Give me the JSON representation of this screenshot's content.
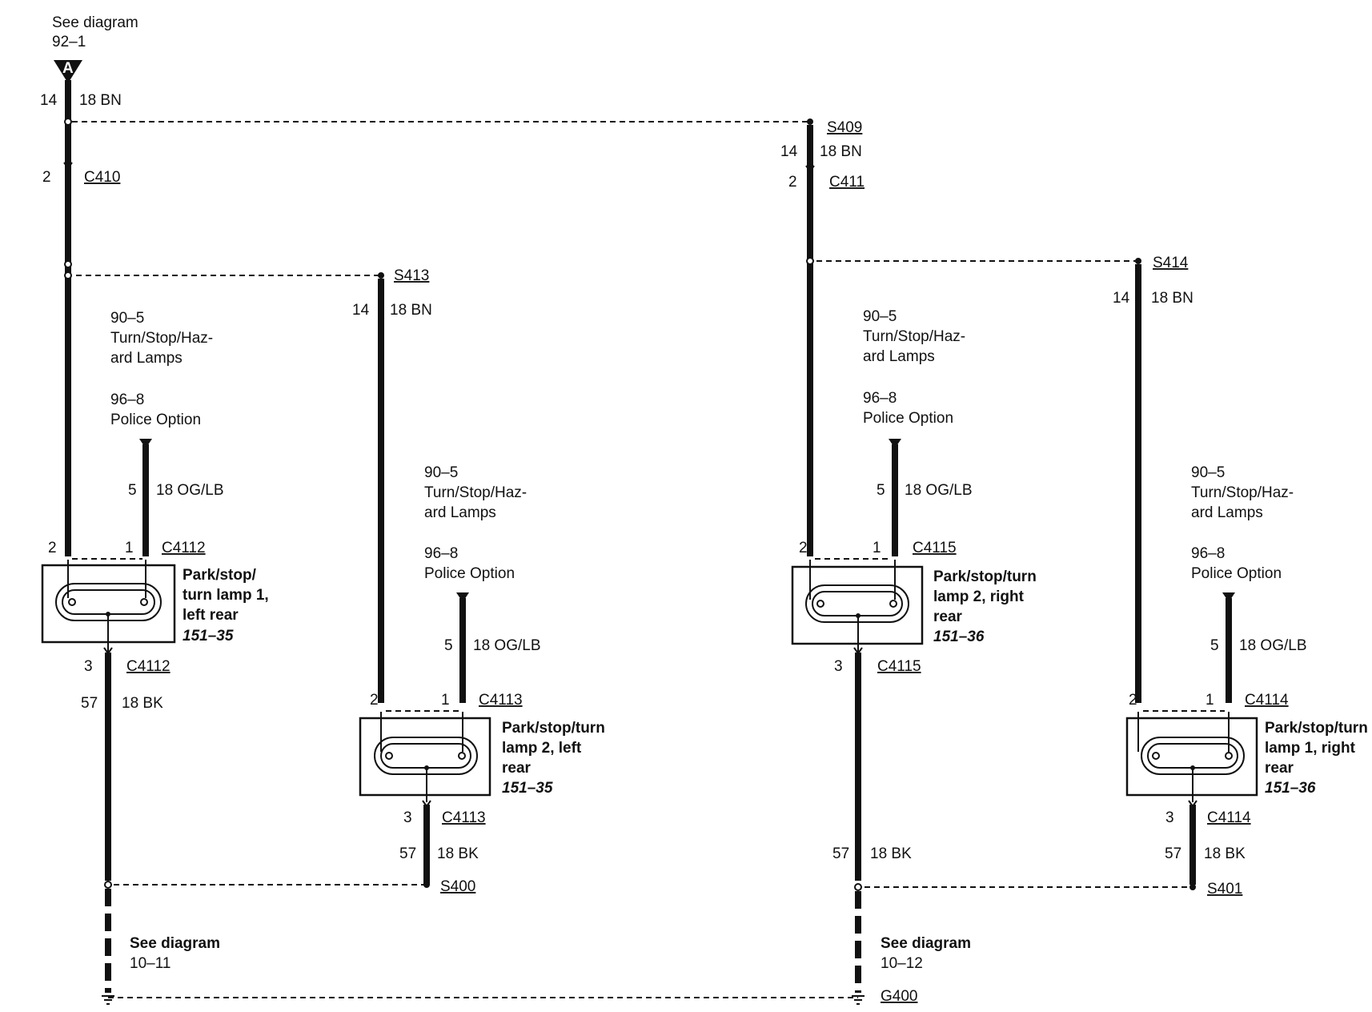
{
  "top_ref": {
    "title": "See diagram",
    "page": "92–1",
    "connector_letter": "A"
  },
  "top_wire": {
    "circuit": "14",
    "gauge_color": "18 BN"
  },
  "splices": {
    "s409": "S409",
    "s413": "S413",
    "s414": "S414",
    "s400": "S400",
    "s401": "S401"
  },
  "connectors": {
    "c410": "C410",
    "c411": "C411",
    "pin2": "2"
  },
  "wire_feed": {
    "circuit": "14",
    "gauge_color": "18 BN"
  },
  "ref_turn": {
    "page": "90–5",
    "line1": "Turn/Stop/Haz-",
    "line2": "ard Lamps"
  },
  "ref_police": {
    "page": "96–8",
    "label": "Police Option"
  },
  "wire_option": {
    "circuit": "5",
    "gauge_color": "18 OG/LB"
  },
  "wire_ground": {
    "circuit": "57",
    "gauge_color": "18 BK"
  },
  "pins": {
    "p1": "1",
    "p2": "2",
    "p3": "3"
  },
  "lamps": [
    {
      "connector": "C4112",
      "line1": "Park/stop/",
      "line2": "turn lamp 1,",
      "line3": "left rear",
      "ref": "151–35"
    },
    {
      "connector": "C4113",
      "line1": "Park/stop/turn",
      "line2": "lamp 2, left",
      "line3": "rear",
      "ref": "151–35"
    },
    {
      "connector": "C4115",
      "line1": "Park/stop/turn",
      "line2": "lamp 2, right",
      "line3": "rear",
      "ref": "151–36"
    },
    {
      "connector": "C4114",
      "line1": "Park/stop/turn",
      "line2": "lamp 1, right",
      "line3": "rear",
      "ref": "151–36"
    }
  ],
  "ground_refs": [
    {
      "title": "See diagram",
      "page": "10–11"
    },
    {
      "title": "See diagram",
      "page": "10–12"
    }
  ],
  "ground": {
    "label": "G400"
  }
}
